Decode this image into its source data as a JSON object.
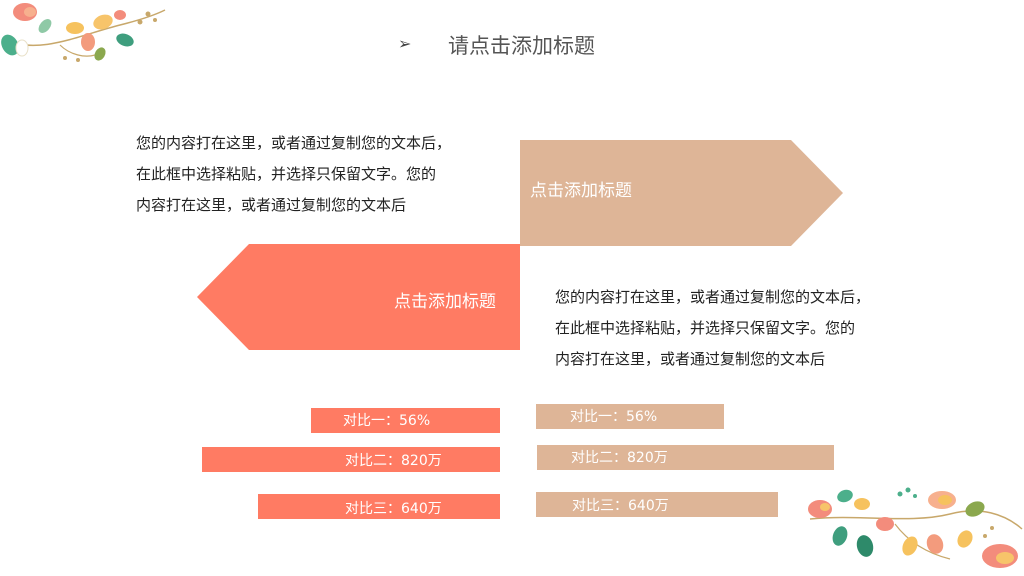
{
  "header": {
    "bullet_icon": "arrow-bullet-icon",
    "title": "请点击添加标题"
  },
  "colors": {
    "tan": "#DEB597",
    "salmon": "#FF7B63"
  },
  "block1": {
    "title": "点击添加标题",
    "lines": [
      "您的内容打在这里，或者通过复制您的文本后，",
      "在此框中选择粘贴，并选择只保留文字。您的",
      "内容打在这里，或者通过复制您的文本后"
    ]
  },
  "block2": {
    "title": "点击添加标题",
    "lines": [
      "您的内容打在这里，或者通过复制您的文本后，",
      "在此框中选择粘贴，并选择只保留文字。您的",
      "内容打在这里，或者通过复制您的文本后"
    ]
  },
  "comparisons": {
    "left": [
      {
        "label": "对比一：56%"
      },
      {
        "label": "对比二：820万"
      },
      {
        "label": "对比三：640万"
      }
    ],
    "right": [
      {
        "label": "对比一：56%"
      },
      {
        "label": "对比二：820万"
      },
      {
        "label": "对比三：640万"
      }
    ]
  },
  "decorations": {
    "top_left": "floral-branch-illustration",
    "bottom_right": "floral-branch-illustration"
  }
}
